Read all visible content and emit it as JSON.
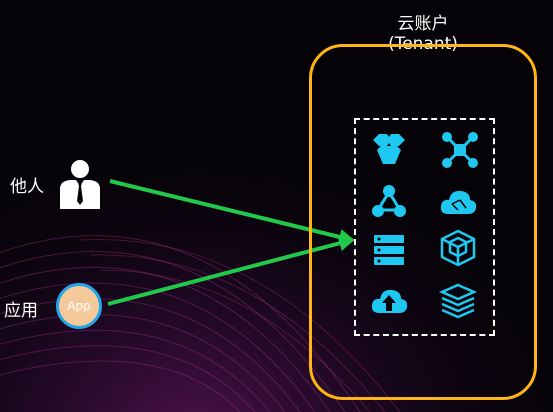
{
  "tenant": {
    "title_line1": "云账户",
    "title_line2": "(Tenant)",
    "border_color": "#ffb515"
  },
  "actors": {
    "others_label": "他人",
    "app_label": "应用",
    "app_badge": "App"
  },
  "services": {
    "icon_color": "#1ec8f0",
    "icons": [
      "hexagon-cluster-icon",
      "network-nodes-icon",
      "triangle-nodes-icon",
      "cloud-network-icon",
      "server-stack-icon",
      "cube-icon",
      "cloud-upload-icon",
      "layered-database-icon"
    ]
  },
  "arrow_color": "#22c84a"
}
